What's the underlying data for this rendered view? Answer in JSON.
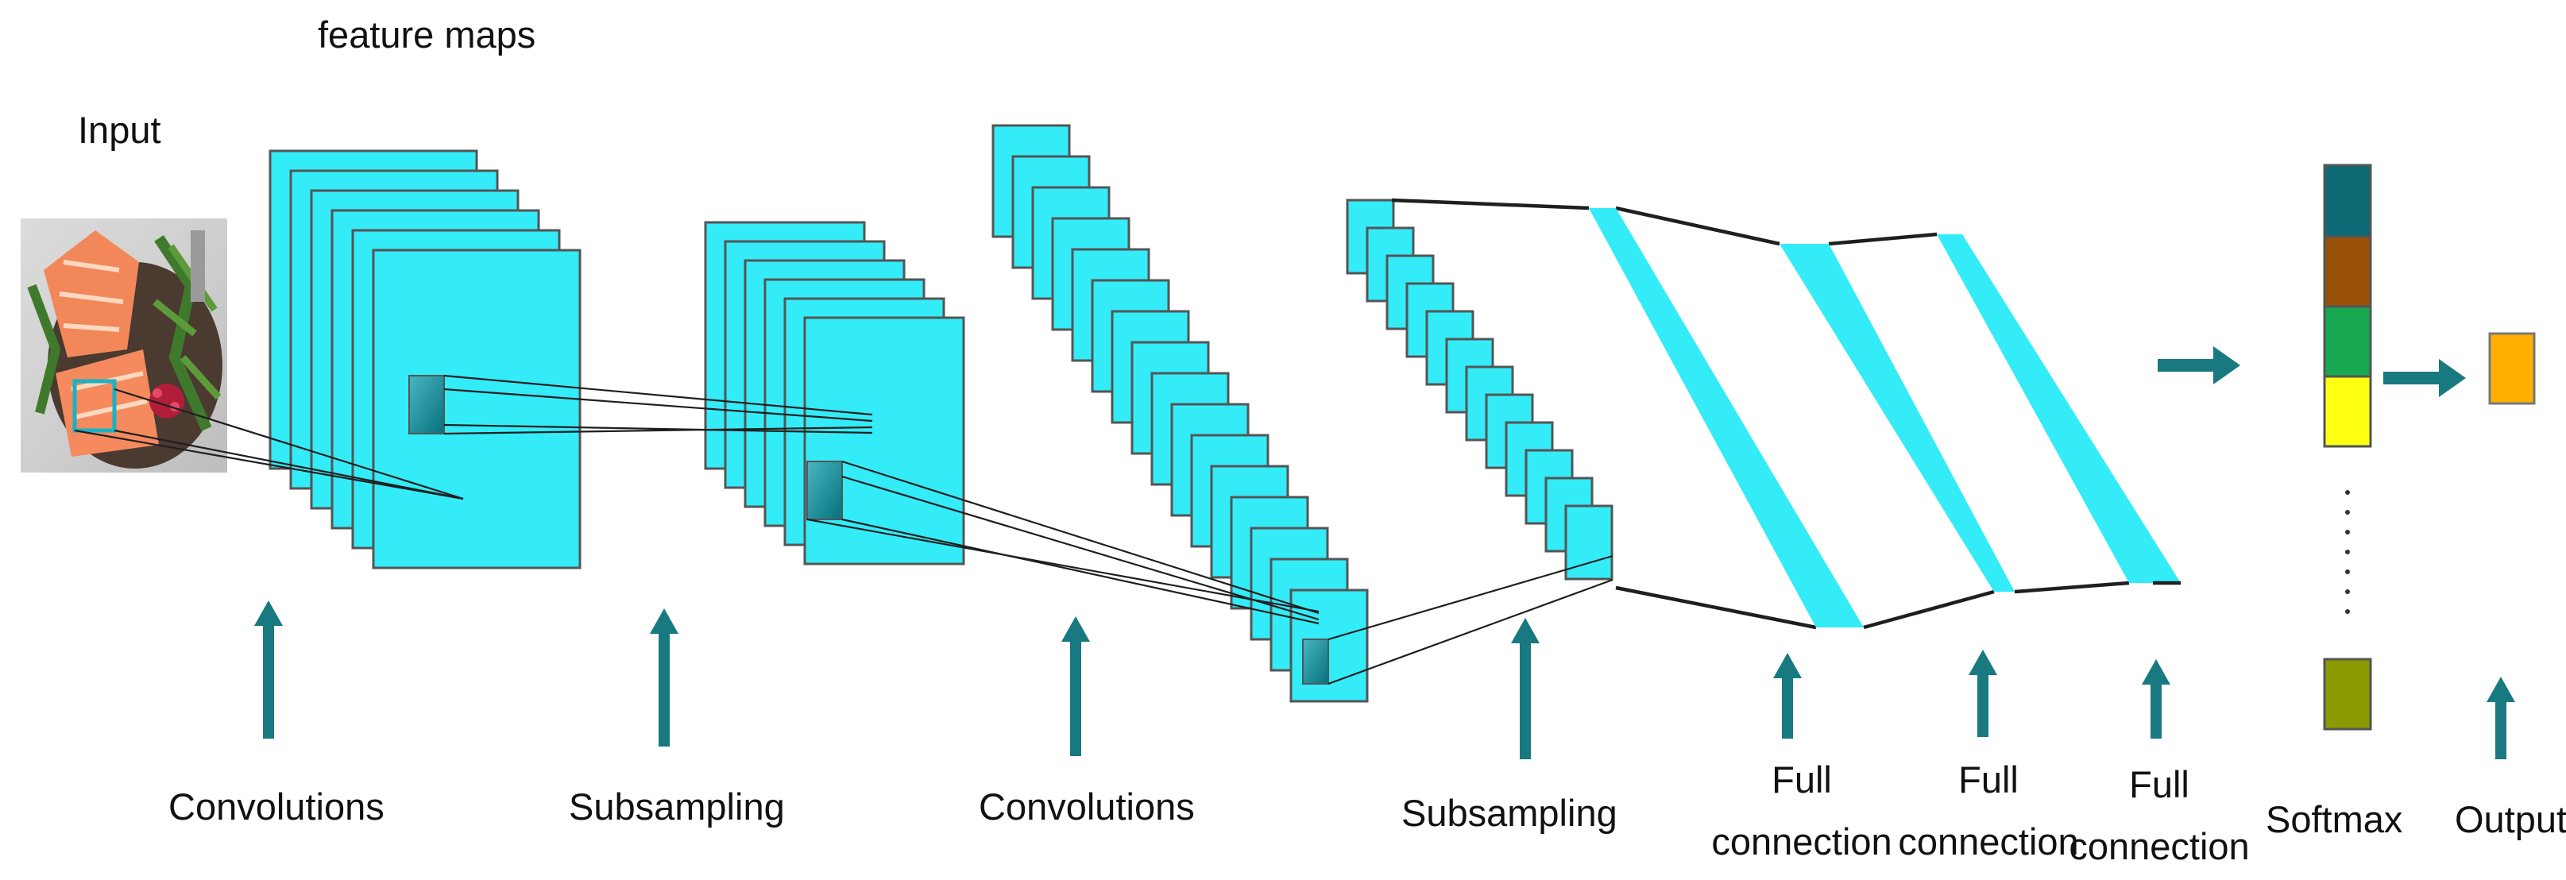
{
  "labels": {
    "feature_maps": "feature maps",
    "input": "Input",
    "convolutions_1": "Convolutions",
    "subsampling_1": "Subsampling",
    "convolutions_2": "Convolutions",
    "subsampling_2": "Subsampling",
    "full_connection_1": [
      "Full",
      "connection"
    ],
    "full_connection_2": [
      "Full",
      "connection"
    ],
    "full_connection_3": [
      "Full",
      "connection"
    ],
    "softmax": "Softmax",
    "output": "Output"
  },
  "colors": {
    "feature_map_fill": "#33ecf8",
    "arrow": "#187a80",
    "softmax_cells": [
      "#0b6a74",
      "#9a5208",
      "#17a850",
      "#ffff14"
    ],
    "softmax_last_cell": "#8a9a00",
    "output_box": "#ffb000"
  }
}
